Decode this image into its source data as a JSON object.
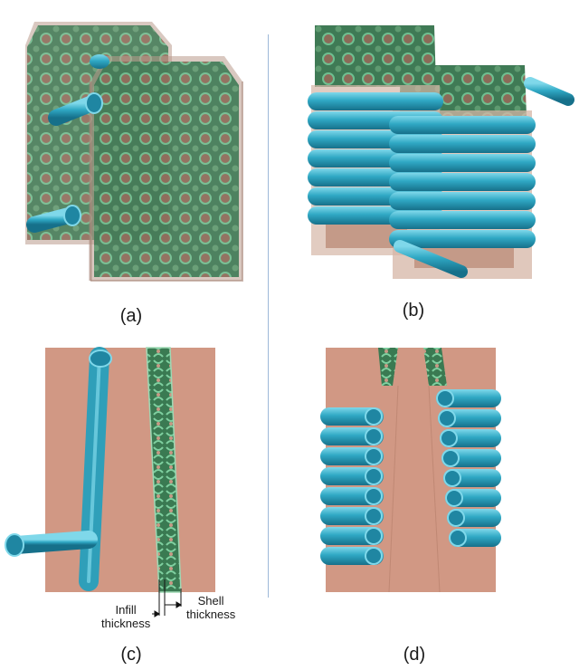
{
  "panels": {
    "a": {
      "caption": "(a)"
    },
    "b": {
      "caption": "(b)"
    },
    "c": {
      "caption": "(c)"
    },
    "d": {
      "caption": "(d)"
    }
  },
  "annotations": {
    "infill_line1": "Infill",
    "infill_line2": "thickness",
    "shell_line1": "Shell",
    "shell_line2": "thickness"
  },
  "colors": {
    "shell_translucent": "#c8a89a",
    "lattice_green": "#3f7a55",
    "lattice_highlight": "#6fbf90",
    "lattice_hole": "#9a7a68",
    "pipe_cyan": "#2fa8c4",
    "pipe_highlight": "#7fd8ea",
    "section_salmon": "#d19884",
    "divider": "#9db8d8"
  }
}
